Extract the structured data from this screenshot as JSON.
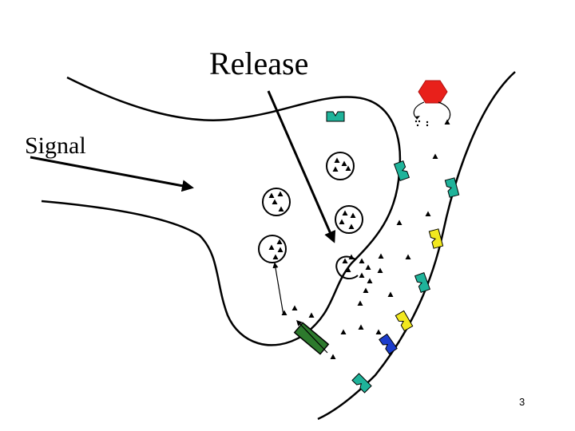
{
  "labels": {
    "release": "Release",
    "signal": "Signal",
    "page_number": "3"
  },
  "colors": {
    "stroke": "#000000",
    "receptor_teal": "#1fb39a",
    "receptor_yellow": "#f2e81f",
    "receptor_blue": "#1b3ccc",
    "transporter_green": "#2d7a2d",
    "enzyme_red": "#e8201b"
  },
  "icons": {
    "transmitter": "triangle",
    "vesicle": "circle",
    "enzyme": "hexagon",
    "receptor": "notched-rectangle",
    "transporter": "rectangle"
  }
}
